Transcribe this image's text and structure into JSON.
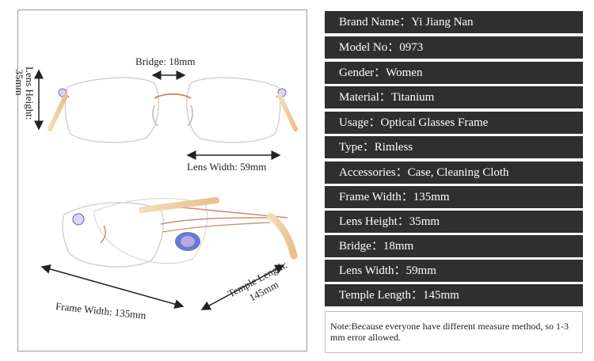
{
  "left": {
    "labels": {
      "bridge": "Bridge: 18mm",
      "lens_width": "Lens Width: 59mm",
      "frame_width": "Frame Width:  135mm",
      "temple_line1": "Temple Length:",
      "temple_line2": "145mm",
      "lens_height_line1": "Lens Height:",
      "lens_height_line2": "35mm"
    }
  },
  "specs": [
    {
      "key": "Brand Name：",
      "value": "Yi Jiang Nan"
    },
    {
      "key": "Model No：",
      "value": "0973"
    },
    {
      "key": "Gender：",
      "value": "Women"
    },
    {
      "key": "Material：",
      "value": "Titanium"
    },
    {
      "key": "Usage：",
      "value": "Optical Glasses Frame"
    },
    {
      "key": "Type：",
      "value": "Rimless"
    },
    {
      "key": "Accessories：",
      "value": "Case, Cleaning Cloth"
    },
    {
      "key": "Frame Width：",
      "value": "135mm"
    },
    {
      "key": "Lens Height：",
      "value": "35mm"
    },
    {
      "key": "Bridge：",
      "value": "18mm"
    },
    {
      "key": "Lens Width：",
      "value": "59mm"
    },
    {
      "key": "Temple Length：",
      "value": "145mm"
    }
  ],
  "note": "Note:Because everyone have different measure method, so 1-3 mm error allowed.",
  "colors": {
    "row_bg": "#2f2f2f",
    "row_text": "#ffffff",
    "frame_metal": "#c9906f",
    "temple_acetate": "#f0d2a8",
    "gem_blue": "#4a63c8"
  },
  "icons": [
    "glasses-front-image",
    "glasses-angled-image",
    "dimension-arrow"
  ]
}
